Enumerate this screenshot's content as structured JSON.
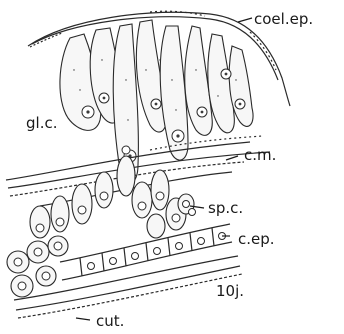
{
  "figure": {
    "labels": {
      "coelomic_epithelium": "coel.ep.",
      "gland_cells": "gl.c.",
      "circular_muscle": "c.m.",
      "sperm_cells": "sp.c.",
      "cuticular_epithelium": "c.ep.",
      "cuticle": "cut.",
      "figure_number": "10j."
    }
  }
}
